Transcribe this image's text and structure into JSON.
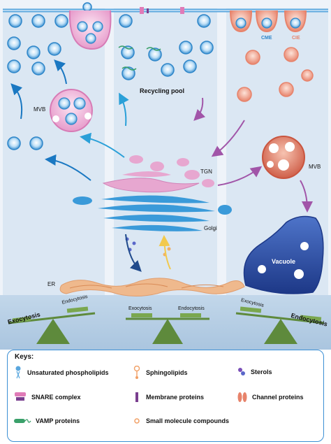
{
  "labels": {
    "mvb_left": "MVB",
    "recycling_pool": "Recycling pool",
    "cme": "CME",
    "cie": "CIE",
    "tgn": "TGN",
    "golgi": "Golgi",
    "mvb_right": "MVB",
    "vacuole": "Vacuole",
    "er": "ER"
  },
  "balances": [
    {
      "left": "Exocytosis",
      "right": "Endocytosis"
    },
    {
      "left": "Exocytosis",
      "right": "Endocytosis"
    },
    {
      "left": "Exocytosis",
      "right": "Endocytosis"
    }
  ],
  "keys": {
    "title": "Keys:",
    "items": [
      {
        "icon": "unsaturated-phospholipid-icon",
        "label": "Unsaturated phospholipids"
      },
      {
        "icon": "sphingolipid-icon",
        "label": "Sphingolipids"
      },
      {
        "icon": "sterol-icon",
        "label": "Sterols"
      },
      {
        "icon": "snare-complex-icon",
        "label": "SNARE complex"
      },
      {
        "icon": "membrane-protein-icon",
        "label": "Membrane proteins"
      },
      {
        "icon": "channel-protein-icon",
        "label": "Channel proteins"
      },
      {
        "icon": "vamp-protein-icon",
        "label": "VAMP proteins"
      },
      {
        "icon": "small-molecule-icon",
        "label": "Small molecule compounds"
      }
    ]
  },
  "colors": {
    "panel_bg": "#dfe9f4",
    "membrane": "#5aa7de",
    "vesicle_blue": "#2e86c9",
    "pink": "#e8a7d0",
    "salmon": "#e98a72",
    "golgi_blue": "#3a9ad9",
    "er_tan": "#efb98d",
    "vacuole": "#2f4fa8",
    "balance_green": "#5e8a3c",
    "arrow_blue": "#1a78c2",
    "arrow_purple": "#a155a8",
    "arrow_yellow": "#f2c94c",
    "key_border": "#3b8fd4"
  }
}
